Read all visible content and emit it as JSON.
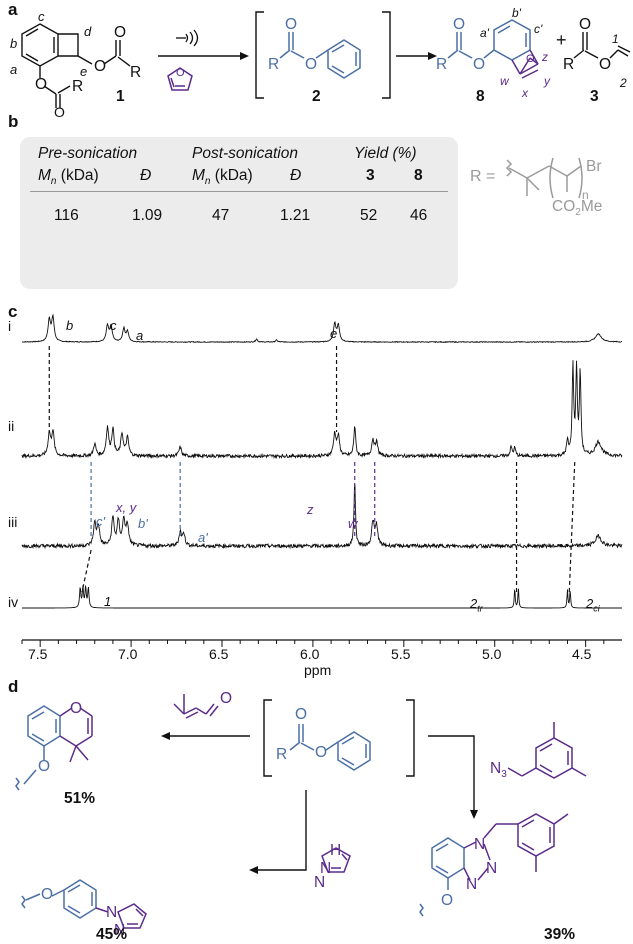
{
  "panels": {
    "a": "a",
    "b": "b",
    "c": "c",
    "d": "d"
  },
  "scheme_a": {
    "compound_1": "1",
    "compound_2": "2",
    "compound_8": "8",
    "compound_3": "3",
    "plus": "+",
    "R": "R",
    "O": "O",
    "labels_1": {
      "a": "a",
      "b": "b",
      "c": "c",
      "d": "d",
      "e": "e"
    },
    "labels_8": {
      "a": "a'",
      "b": "b'",
      "c": "c'",
      "w": "w",
      "x": "x",
      "y": "y",
      "z": "z"
    },
    "labels_3": {
      "one": "1",
      "two": "2"
    }
  },
  "table_b": {
    "pre_header": "Pre-sonication",
    "post_header": "Post-sonication",
    "yield_header": "Yield (%)",
    "mn_label": "M",
    "mn_sub": "n",
    "mn_unit": " (kDa)",
    "dispersity": "Đ",
    "col3": "3",
    "col8": "8",
    "values": {
      "pre_mn": "116",
      "pre_d": "1.09",
      "post_mn": "47",
      "post_d": "1.21",
      "y3": "52",
      "y8": "46"
    },
    "r_eq": "R =",
    "r_br": "Br",
    "r_n": "n",
    "r_ester": "CO",
    "r_ester_sub": "2",
    "r_ester_end": "Me"
  },
  "spectra_c": {
    "traces": [
      "i",
      "ii",
      "iii",
      "iv"
    ],
    "peak_labels": {
      "i": [
        "b",
        "c",
        "a",
        "e"
      ],
      "iii": [
        "c'",
        "x, y",
        "b'",
        "a'",
        "z",
        "w"
      ],
      "iv": [
        "1",
        "2",
        "tr",
        "2",
        "ci"
      ]
    },
    "x_axis": {
      "label": "ppm",
      "ticks": [
        "7.5",
        "7.0",
        "6.5",
        "6.0",
        "5.5",
        "5.0",
        "4.5"
      ],
      "min": 4.3,
      "max": 7.6,
      "reversed": true
    }
  },
  "scheme_d": {
    "yields": [
      "51%",
      "45%",
      "39%"
    ],
    "R": "R",
    "O": "O",
    "N": "N",
    "H": "H",
    "N3": "N",
    "N3_sub": "3"
  },
  "colors": {
    "blue": "#4a6fa5",
    "purple": "#5b2b8a",
    "gray": "#9a9a9a",
    "table_bg": "#ececec"
  }
}
